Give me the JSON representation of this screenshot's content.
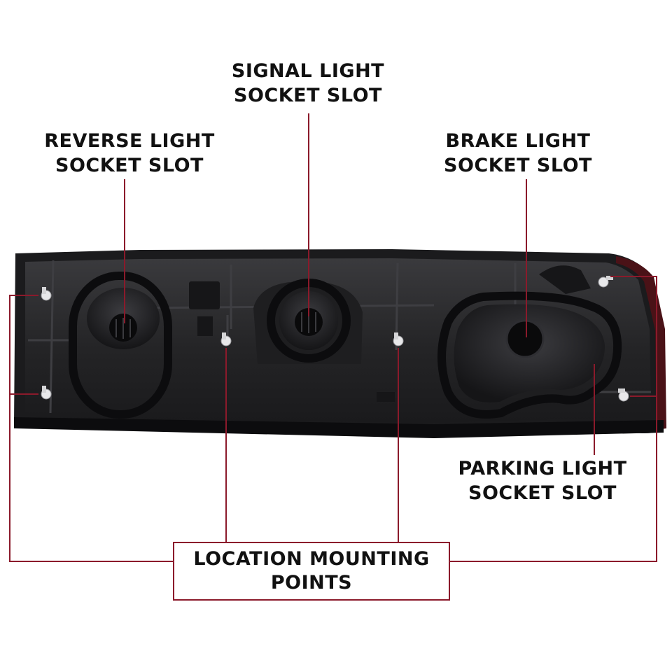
{
  "labels": {
    "signal": {
      "line1": "SIGNAL LIGHT",
      "line2": "SOCKET SLOT"
    },
    "reverse": {
      "line1": "REVERSE LIGHT",
      "line2": "SOCKET SLOT"
    },
    "brake": {
      "line1": "BRAKE LIGHT",
      "line2": "SOCKET SLOT"
    },
    "parking": {
      "line1": "PARKING LIGHT",
      "line2": "SOCKET SLOT"
    },
    "mounting": {
      "line1": "LOCATION MOUNTING",
      "line2": "POINTS"
    }
  },
  "colors": {
    "leader_line": "#8b1a2b",
    "housing_body": "#2b2b2d",
    "housing_dark": "#141416",
    "gasket": "#0d0d0f",
    "mount_pin": "#e8e8ea",
    "text": "#111111"
  }
}
